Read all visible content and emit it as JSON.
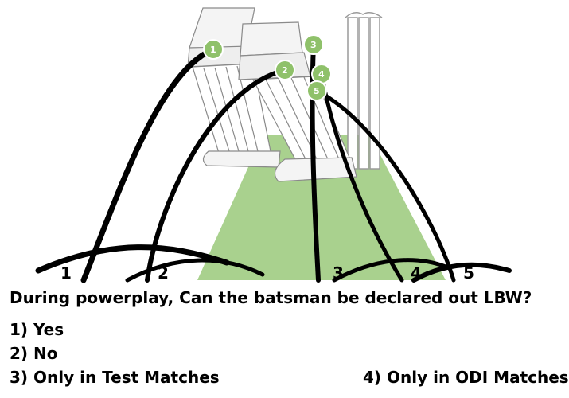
{
  "diagram": {
    "line_labels": [
      "1",
      "2",
      "3",
      "4",
      "5"
    ],
    "circle_labels": [
      "1",
      "2",
      "3",
      "4",
      "5"
    ],
    "colors": {
      "zone_green": "#a9d18e",
      "marker_green": "#8fc16a",
      "line": "#000000"
    }
  },
  "quiz": {
    "question": "During powerplay, Can the batsman be declared out LBW?",
    "options": [
      "1) Yes",
      "2) No",
      "3) Only in Test Matches",
      "4) Only in ODI Matches"
    ]
  }
}
